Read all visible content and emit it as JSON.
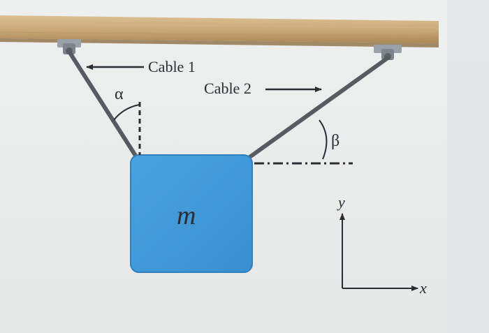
{
  "labels": {
    "cable1": "Cable 1",
    "cable2": "Cable 2",
    "alpha": "α",
    "beta": "β",
    "mass": "m",
    "axis_y": "y",
    "axis_x": "x"
  },
  "colors": {
    "screen_background": "#eef0f0",
    "ceiling_wood": "#c9a877",
    "cable": "#565b62",
    "block_fill": "#3f98d6",
    "block_edge": "#2f80bd",
    "text": "#2a2d33"
  }
}
